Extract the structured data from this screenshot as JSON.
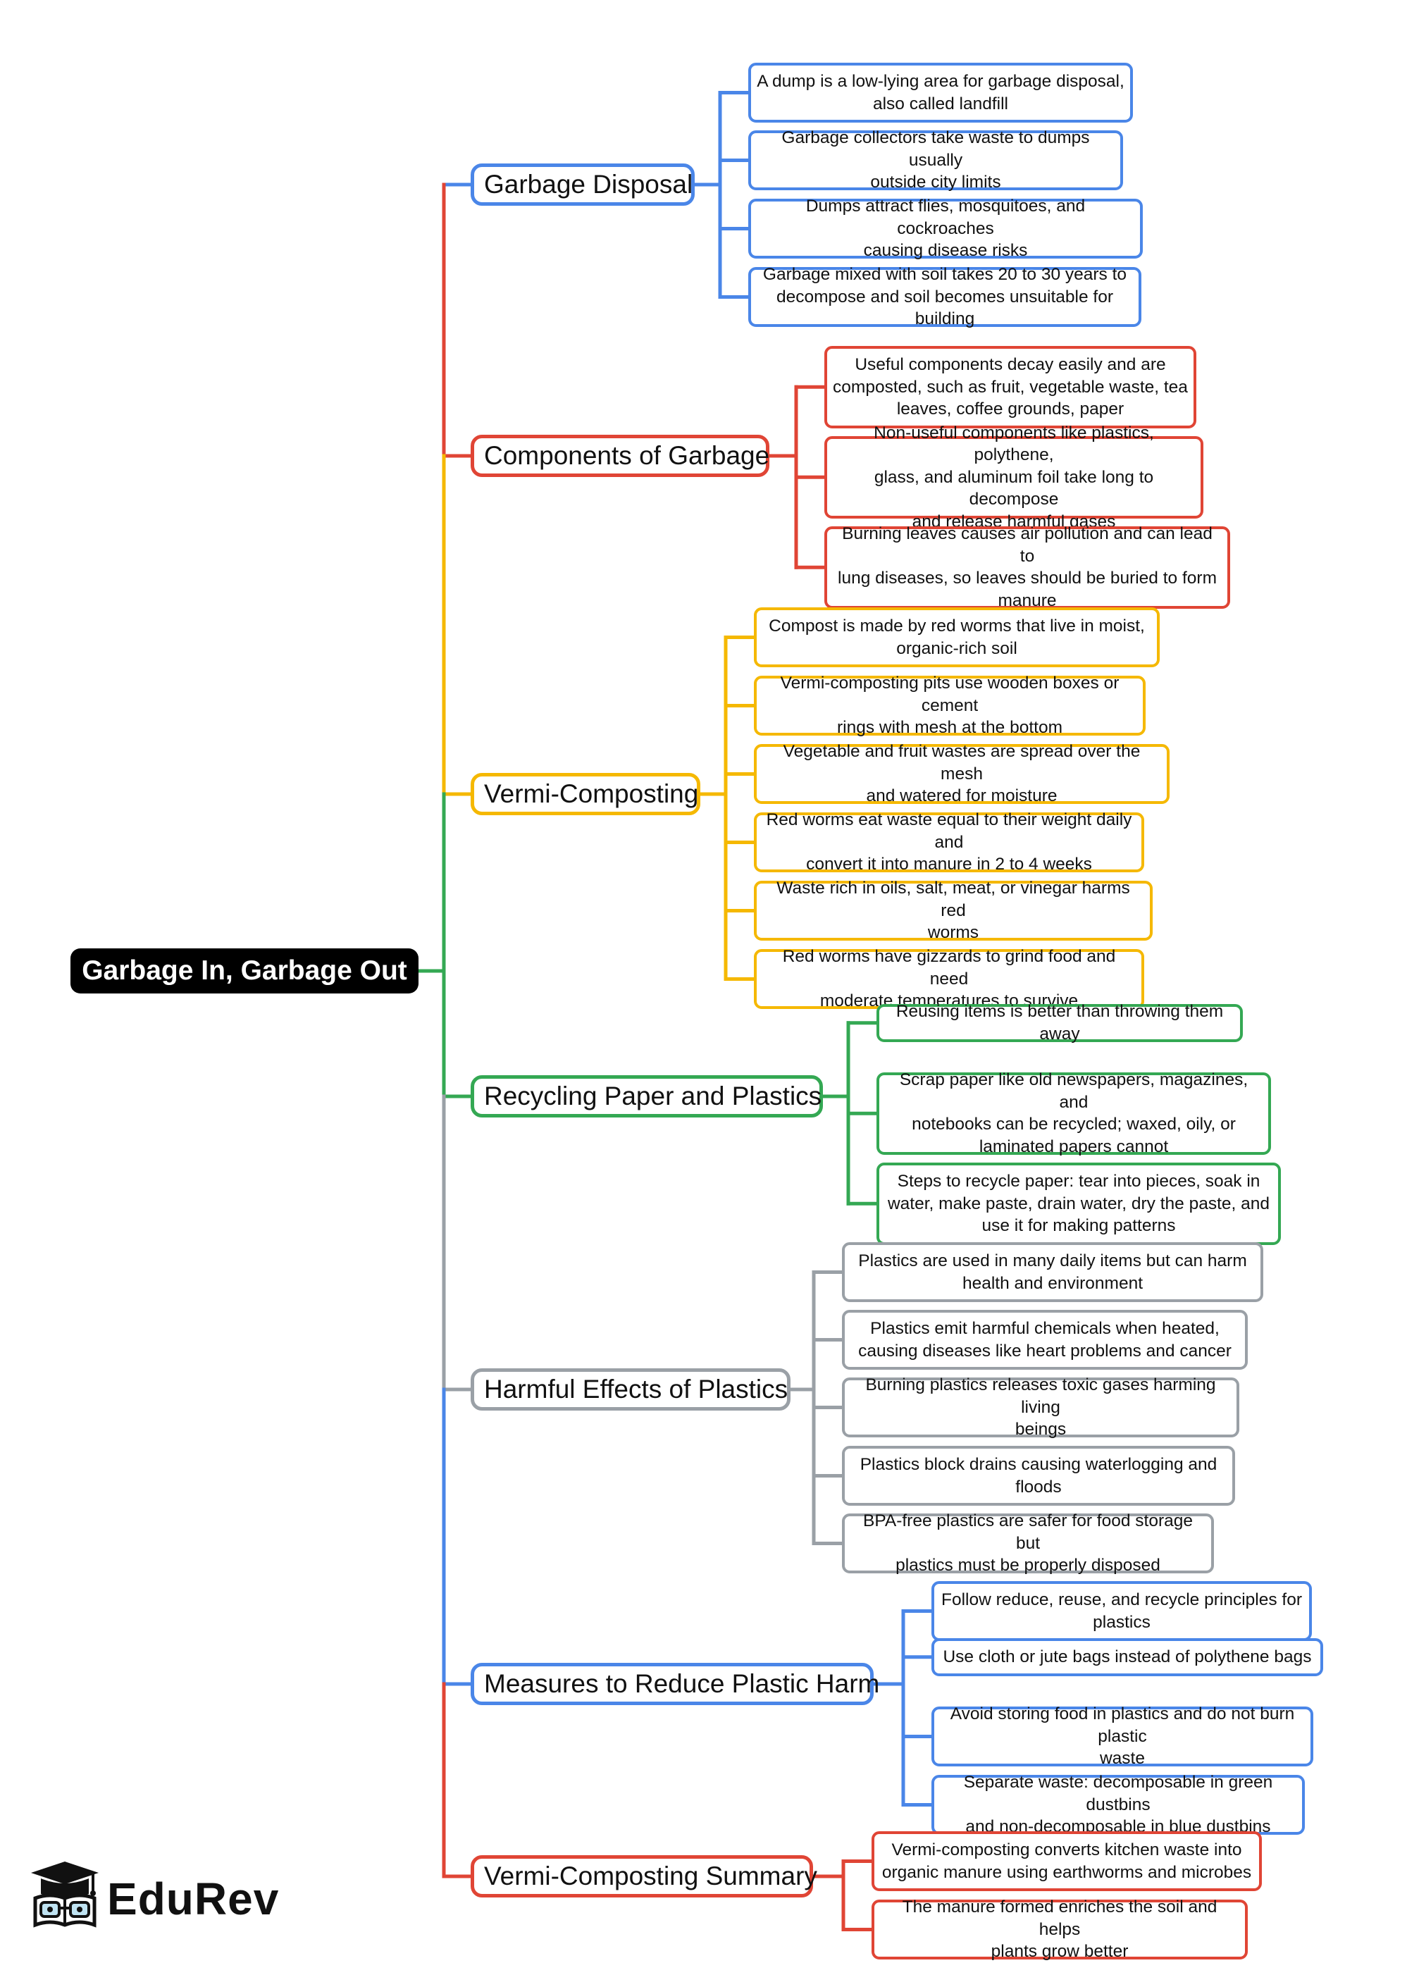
{
  "colors": {
    "blue": "#4a86e8",
    "red": "#e04535",
    "yellow": "#f5b800",
    "green": "#34a853",
    "gray": "#9aa0a6"
  },
  "root": {
    "label": "Garbage In, Garbage Out"
  },
  "branches": [
    {
      "label": "Garbage Disposal",
      "color": "blue",
      "leaves": [
        [
          "A dump is a low-lying area for garbage disposal,",
          "also called landfill"
        ],
        [
          "Garbage collectors take waste to dumps usually",
          "outside city limits"
        ],
        [
          "Dumps attract flies, mosquitoes, and cockroaches",
          "causing disease risks"
        ],
        [
          "Garbage mixed with soil takes 20 to 30 years to",
          "decompose and soil becomes unsuitable for building"
        ]
      ]
    },
    {
      "label": "Components of Garbage",
      "color": "red",
      "leaves": [
        [
          "Useful components decay easily and are",
          "composted, such as fruit, vegetable waste, tea",
          "leaves, coffee grounds, paper"
        ],
        [
          "Non-useful components like plastics, polythene,",
          "glass, and aluminum foil take long to decompose",
          "and release harmful gases"
        ],
        [
          "Burning leaves causes air pollution and can lead to",
          "lung diseases, so leaves should be buried to form",
          "manure"
        ]
      ]
    },
    {
      "label": "Vermi-Composting",
      "color": "yellow",
      "leaves": [
        [
          "Compost is made by red worms that live in moist,",
          "organic-rich soil"
        ],
        [
          "Vermi-composting pits use wooden boxes or cement",
          "rings with mesh at the bottom"
        ],
        [
          "Vegetable and fruit wastes are spread over the mesh",
          "and watered for moisture"
        ],
        [
          "Red worms eat waste equal to their weight daily and",
          "convert it into manure in 2 to 4 weeks"
        ],
        [
          "Waste rich in oils, salt, meat, or vinegar harms red",
          "worms"
        ],
        [
          "Red worms have gizzards to grind food and need",
          "moderate temperatures to survive"
        ]
      ]
    },
    {
      "label": "Recycling Paper and Plastics",
      "color": "green",
      "leaves": [
        [
          "Reusing items is better than throwing them away"
        ],
        [
          "Scrap paper like old newspapers, magazines, and",
          "notebooks can be recycled; waxed, oily, or",
          "laminated papers cannot"
        ],
        [
          "Steps to recycle paper: tear into pieces, soak in",
          "water, make paste, drain water, dry the paste, and",
          "use it for making patterns"
        ]
      ]
    },
    {
      "label": "Harmful Effects of Plastics",
      "color": "gray",
      "leaves": [
        [
          "Plastics are used in many daily items but can harm",
          "health and environment"
        ],
        [
          "Plastics emit harmful chemicals when heated,",
          "causing diseases like heart problems and cancer"
        ],
        [
          "Burning plastics releases toxic gases harming living",
          "beings"
        ],
        [
          "Plastics block drains causing waterlogging and",
          "floods"
        ],
        [
          "BPA-free plastics are safer for food storage but",
          "plastics must be properly disposed"
        ]
      ]
    },
    {
      "label": "Measures to Reduce Plastic Harm",
      "color": "blue",
      "leaves": [
        [
          "Follow reduce, reuse, and recycle principles for",
          "plastics"
        ],
        [
          "Use cloth or jute bags instead of polythene bags"
        ],
        [
          "Avoid storing food in plastics and do not burn plastic",
          "waste"
        ],
        [
          "Separate waste: decomposable in green dustbins",
          "and non-decomposable in blue dustbins"
        ]
      ]
    },
    {
      "label": "Vermi-Composting Summary",
      "color": "red",
      "leaves": [
        [
          "Vermi-composting converts kitchen waste into",
          "organic manure using earthworms and microbes"
        ],
        [
          "The manure formed enriches the soil and helps",
          "plants grow better"
        ]
      ]
    }
  ],
  "logo": {
    "text": "EduRev",
    "icon": "graduation-cap-book-mascot-icon"
  }
}
